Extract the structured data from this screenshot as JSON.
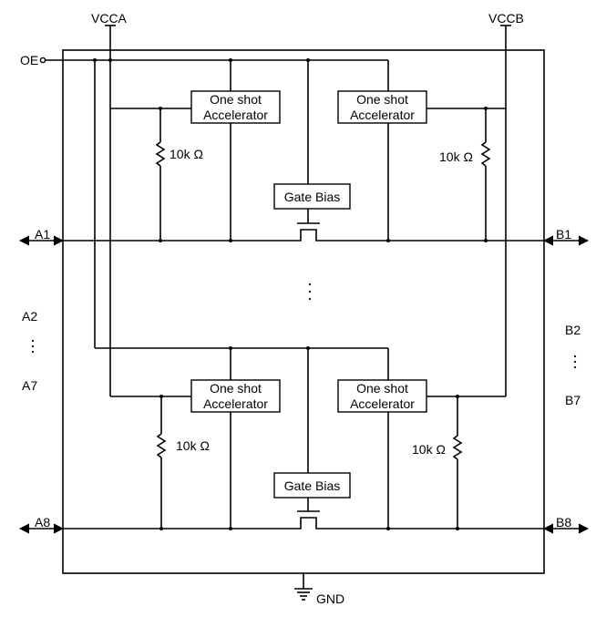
{
  "supplies": {
    "vcca": "VCCA",
    "vccb": "VCCB",
    "gnd": "GND"
  },
  "control": {
    "oe": "OE"
  },
  "ports": {
    "a1": "A1",
    "a2": "A2",
    "a7": "A7",
    "a8": "A8",
    "b1": "B1",
    "b2": "B2",
    "b7": "B7",
    "b8": "B8"
  },
  "blocks": {
    "one_shot_line1": "One shot",
    "one_shot_line2": "Accelerator",
    "gate_bias": "Gate Bias"
  },
  "resistor_value": "10k Ω",
  "ellipsis": "·\n·\n·"
}
